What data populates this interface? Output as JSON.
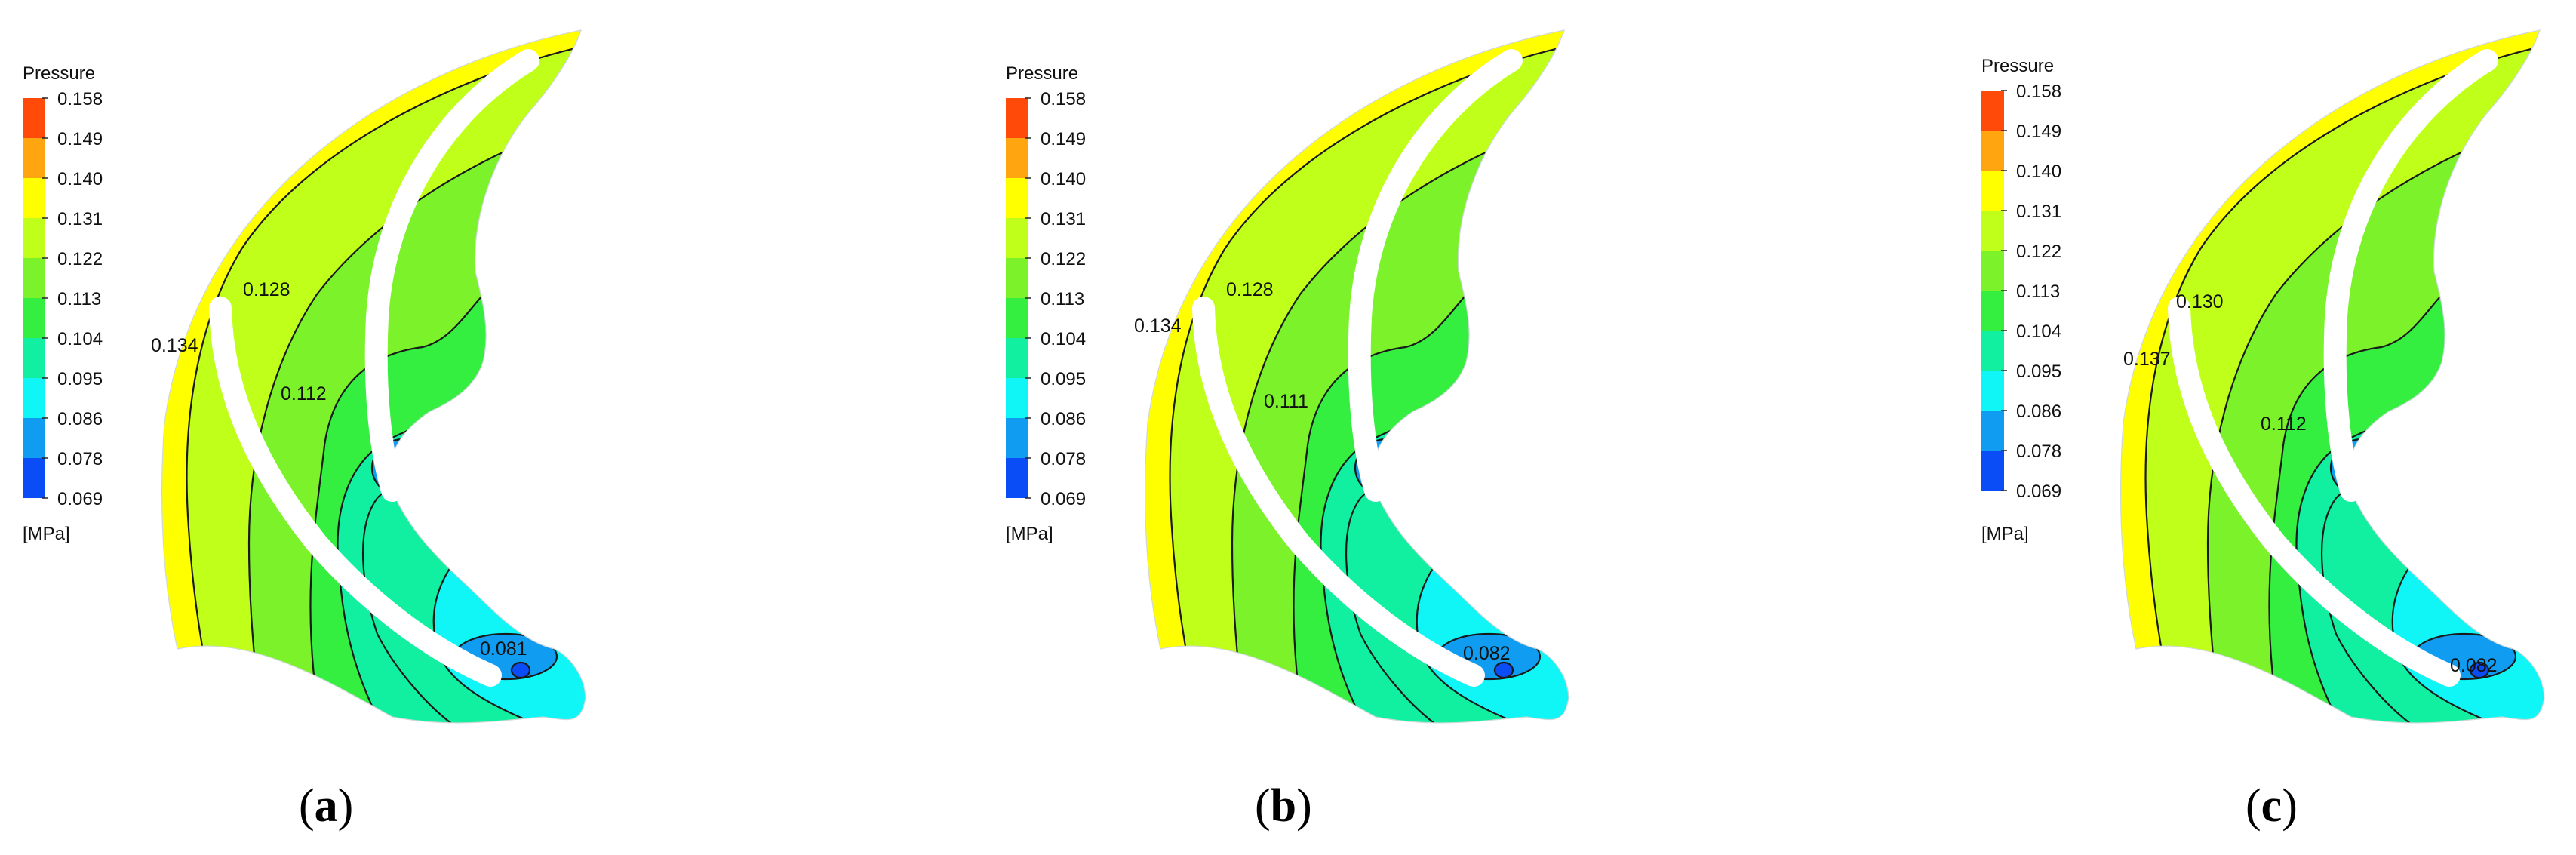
{
  "legend": {
    "title": "Pressure",
    "unit": "[MPa]",
    "ticks": [
      "0.158",
      "0.149",
      "0.140",
      "0.131",
      "0.122",
      "0.113",
      "0.104",
      "0.095",
      "0.086",
      "0.078",
      "0.069"
    ],
    "colors": [
      "#ff4a0a",
      "#ffa510",
      "#ffff00",
      "#bfff1a",
      "#7cf22a",
      "#34ee40",
      "#10f0a0",
      "#10f6f6",
      "#109cf0",
      "#0a4cf6"
    ]
  },
  "panels": [
    {
      "label_open": "(",
      "label_letter": "a",
      "label_close": ")",
      "contour_labels": [
        "0.128",
        "0.134",
        "0.112",
        "0.081"
      ]
    },
    {
      "label_open": "(",
      "label_letter": "b",
      "label_close": ")",
      "contour_labels": [
        "0.128",
        "0.134",
        "0.111",
        "0.082"
      ]
    },
    {
      "label_open": "(",
      "label_letter": "c",
      "label_close": ")",
      "contour_labels": [
        "0.130",
        "0.137",
        "0.112",
        "0.082"
      ]
    }
  ]
}
